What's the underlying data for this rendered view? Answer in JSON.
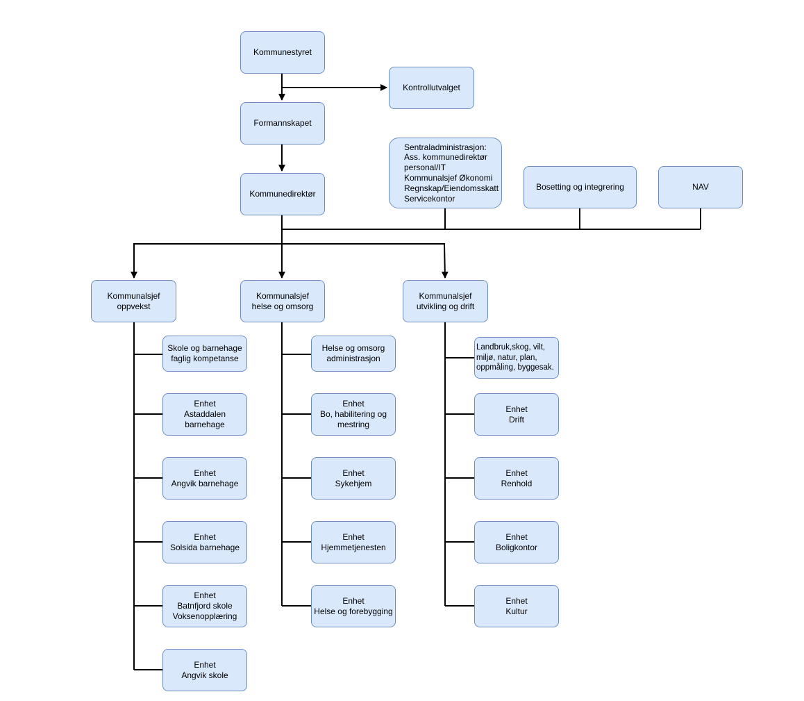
{
  "diagram": {
    "top": {
      "kommunestyret": "Kommunestyret",
      "kontrollutvalget": "Kontrollutvalget",
      "formannskapet": "Formannskapet",
      "kommunedirektor": "Kommunedirektør"
    },
    "staff": {
      "sentraladministrasjon": "Sentraladministrasjon:\nAss. kommunedirektør\npersonal/IT\nKommunalsjef Økonomi\nRegnskap/Eiendomsskatt\nServicekontor",
      "bosetting": "Bosetting og integrering",
      "nav": "NAV"
    },
    "columns": [
      {
        "head": "Kommunalsjef\noppvekst",
        "units": [
          "Skole og barnehage\nfaglig kompetanse",
          "Enhet\nAstaddalen\nbarnehage",
          "Enhet\nAngvik barnehage",
          "Enhet\nSolsida barnehage",
          "Enhet\nBatnfjord skole\nVoksenopplæring",
          "Enhet\nAngvik skole"
        ]
      },
      {
        "head": "Kommunalsjef\nhelse og omsorg",
        "units": [
          "Helse og omsorg\nadministrasjon",
          "Enhet\nBo, habilitering og\nmestring",
          "Enhet\nSykehjem",
          "Enhet\nHjemmetjenesten",
          "Enhet\nHelse og forebygging"
        ]
      },
      {
        "head": "Kommunalsjef\nutvikling og drift",
        "units": [
          "Landbruk,skog, vilt,\nmiljø, natur, plan,\noppmåling, byggesak.",
          "Enhet\nDrift",
          "Enhet\nRenhold",
          "Enhet\nBoligkontor",
          "Enhet\nKultur"
        ]
      }
    ],
    "colors": {
      "fill": "#dae8fc",
      "stroke": "#6c8ebf",
      "line": "#000000"
    }
  }
}
